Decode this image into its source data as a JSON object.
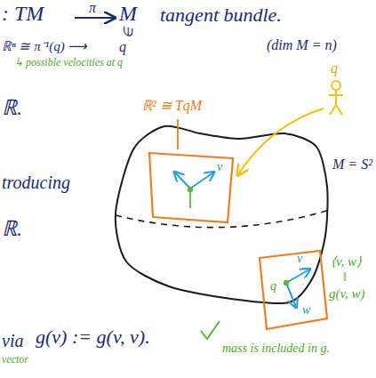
{
  "diagram": {
    "labels": [
      ": TM",
      "π",
      "M",
      "tangent bundle.",
      "∈",
      "ℝⁿ ≅ π⁻¹(q) ⟶",
      "q",
      "(dim M = n)",
      "↳ possible velocities at q",
      "ℝ.",
      "ℝ² ≅ TqM",
      "q",
      "M = S²",
      "troducing",
      "ℝ.",
      "⟨v, w⟩",
      "‖",
      "g(v, w)",
      "via",
      "g(v) := g(v, v).",
      "vector",
      "mass is included in g.",
      "v",
      "q",
      "v",
      "w"
    ]
  }
}
